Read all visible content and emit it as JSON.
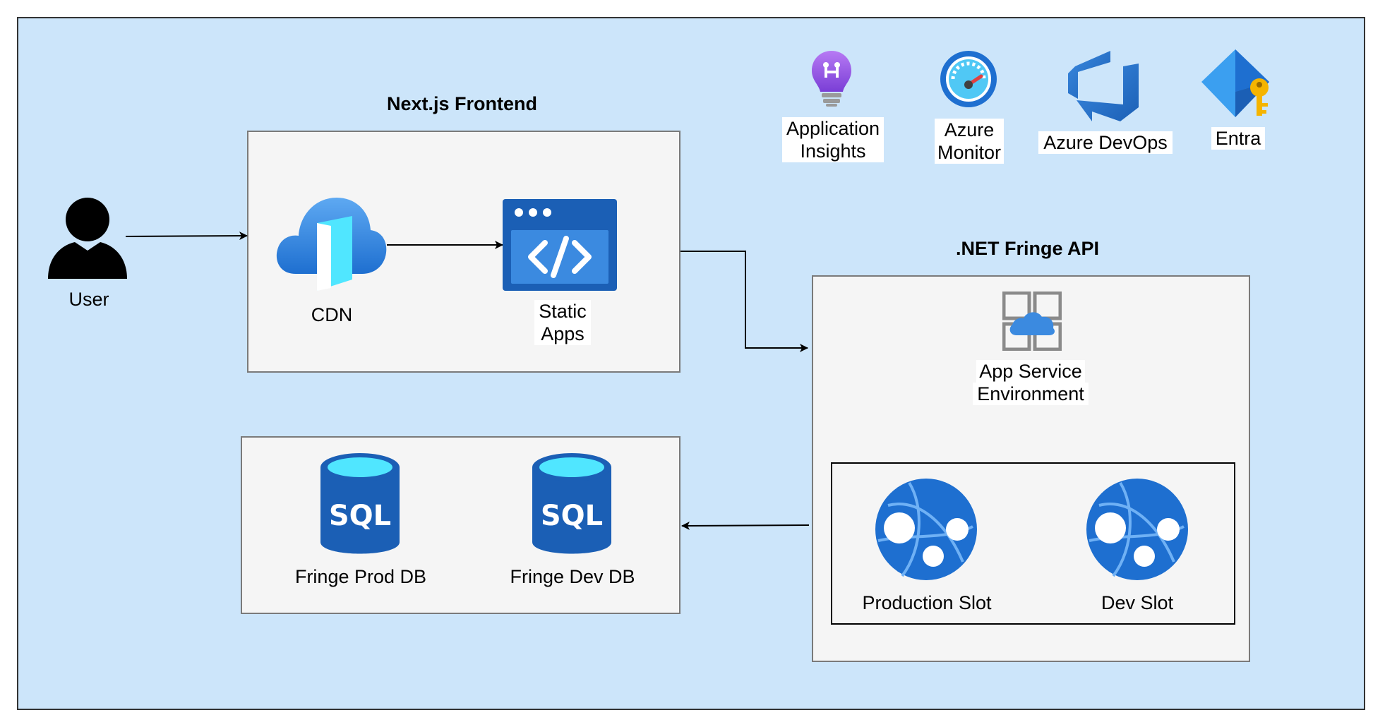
{
  "frontend": {
    "title": "Next.js Frontend",
    "cdn_label": "CDN",
    "static_apps_label": [
      "Static",
      "Apps"
    ]
  },
  "api": {
    "title": ".NET Fringe API",
    "ase_label": [
      "App Service",
      "Environment"
    ],
    "production_slot_label": "Production Slot",
    "dev_slot_label": "Dev Slot"
  },
  "databases": {
    "prod_label": "Fringe Prod DB",
    "dev_label": "Fringe Dev DB",
    "sql_text": "SQL"
  },
  "user": {
    "label": "User"
  },
  "services": {
    "app_insights_label": [
      "Application",
      "Insights"
    ],
    "azure_monitor_label": [
      "Azure",
      "Monitor"
    ],
    "azure_devops_label": "Azure DevOps",
    "entra_label": "Entra"
  },
  "colors": {
    "canvas": "#cce5fa",
    "box": "#f5f5f5",
    "azure_blue": "#1e6fd0",
    "sql_cyan": "#50e6ff"
  }
}
